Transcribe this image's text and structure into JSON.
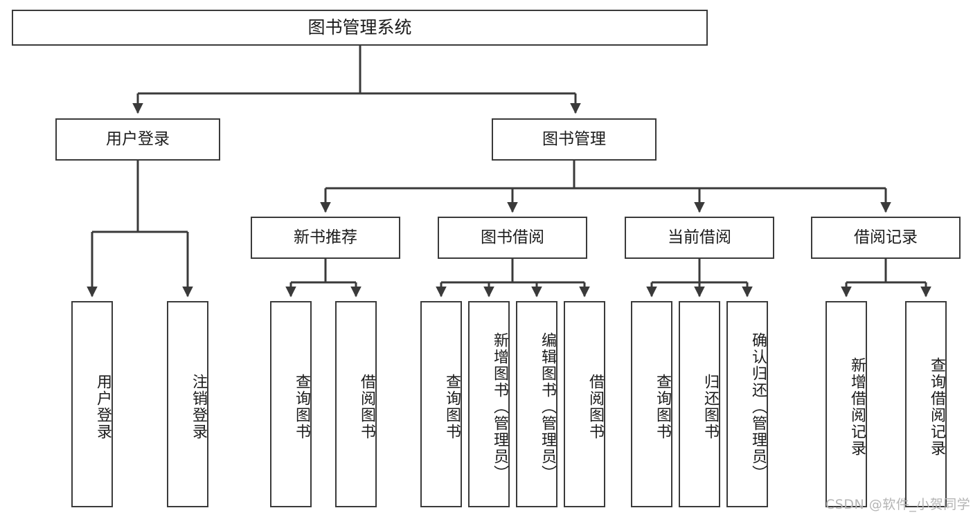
{
  "diagram": {
    "title": "图书管理系统",
    "type": "tree-hierarchy",
    "watermark": "CSDN @软件_小贺同学",
    "colors": {
      "stroke": "#3a3a3a",
      "text": "#1b1b1b",
      "background": "#ffffff",
      "watermark": "#b4b4b4"
    },
    "root": {
      "label": "图书管理系统"
    },
    "level2": [
      {
        "label": "用户登录"
      },
      {
        "label": "图书管理"
      }
    ],
    "level3": [
      {
        "label": "新书推荐"
      },
      {
        "label": "图书借阅"
      },
      {
        "label": "当前借阅"
      },
      {
        "label": "借阅记录"
      }
    ],
    "leaves": {
      "user_login": [
        {
          "label": "用户登录"
        },
        {
          "label": "注销登录"
        }
      ],
      "new_book_recommend": [
        {
          "label": "查询图书"
        },
        {
          "label": "借阅图书"
        }
      ],
      "book_borrow": [
        {
          "label": "查询图书"
        },
        {
          "label": "新增图书（管理员）"
        },
        {
          "label": "编辑图书（管理员）"
        },
        {
          "label": "借阅图书"
        }
      ],
      "current_borrow": [
        {
          "label": "查询图书"
        },
        {
          "label": "归还图书"
        },
        {
          "label": "确认归还（管理员）"
        }
      ],
      "borrow_record": [
        {
          "label": "新增借阅记录"
        },
        {
          "label": "查询借阅记录"
        }
      ]
    }
  }
}
